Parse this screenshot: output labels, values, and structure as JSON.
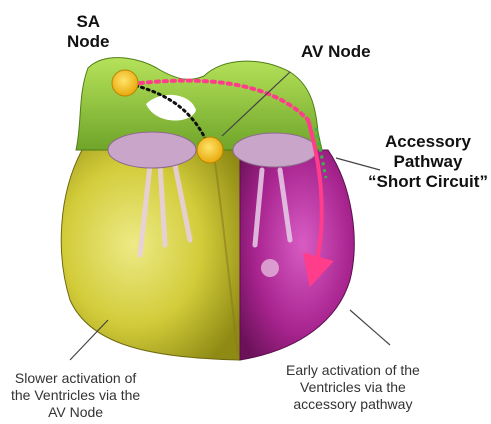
{
  "labels": {
    "sa_node": [
      "SA",
      "Node"
    ],
    "av_node": "AV Node",
    "accessory": [
      "Accessory",
      "Pathway",
      "“Short Circuit”"
    ],
    "slower": [
      "Slower activation of",
      "the Ventricles via the",
      "AV Node"
    ],
    "early": [
      "Early activation of the",
      "Ventricles via the",
      "accessory pathway"
    ]
  },
  "colors": {
    "atria_green": "#8cc63f",
    "left_ventricle_yellow": "#d8d23a",
    "right_ventricle_magenta": "#b0279a",
    "valve_lilac": "#c9a6c9",
    "node_gold": "#f5c518",
    "pathway_pink": "#ff3d8b",
    "annotation_line": "#444444"
  }
}
